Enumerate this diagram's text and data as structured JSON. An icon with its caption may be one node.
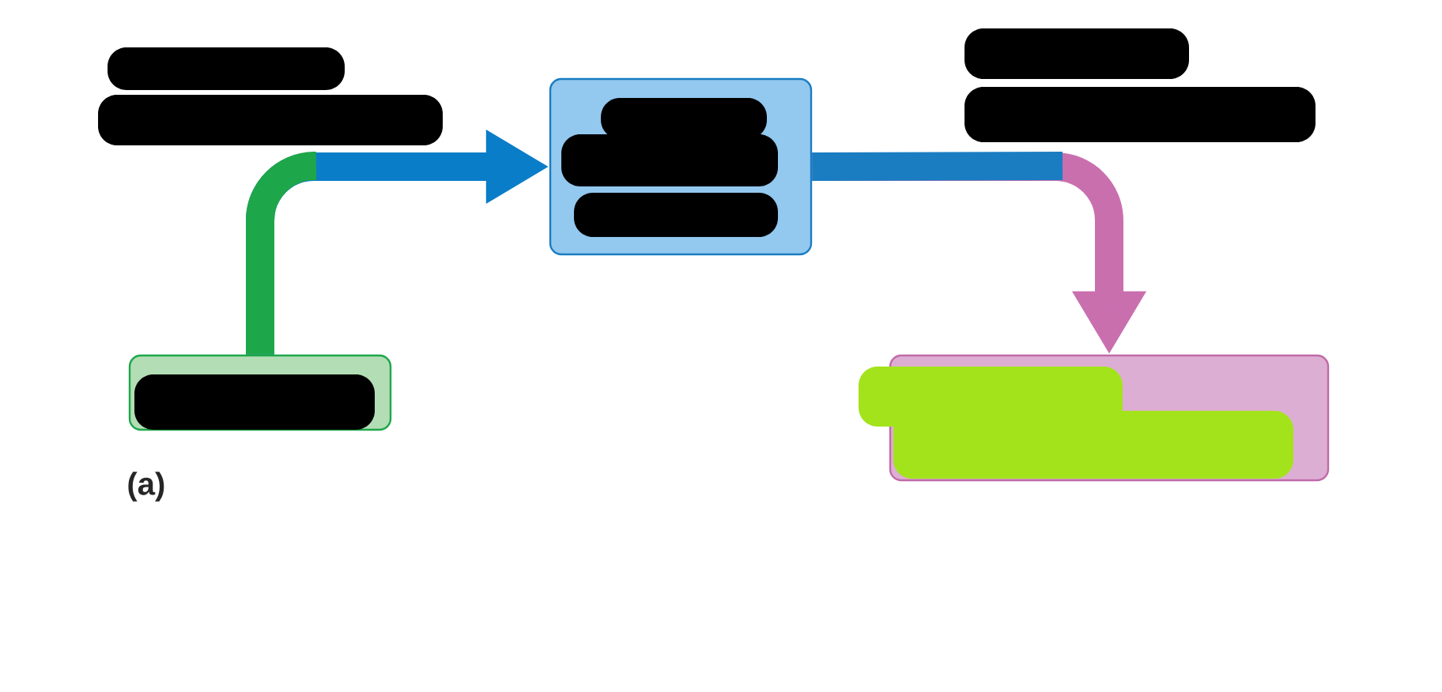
{
  "diagram": {
    "nodes": [
      {
        "text": [],
        "shape": "box"
      },
      {
        "text": [],
        "shape": "box"
      },
      {
        "text": [],
        "shape": "box"
      }
    ],
    "edges": [
      {
        "from": 0,
        "to": 1,
        "arrow": "to",
        "color": "#0a7dc8"
      },
      {
        "from": 1,
        "to": 2,
        "arrow": "to",
        "color": "#c96fae"
      }
    ],
    "labels": [
      "(a)"
    ]
  }
}
